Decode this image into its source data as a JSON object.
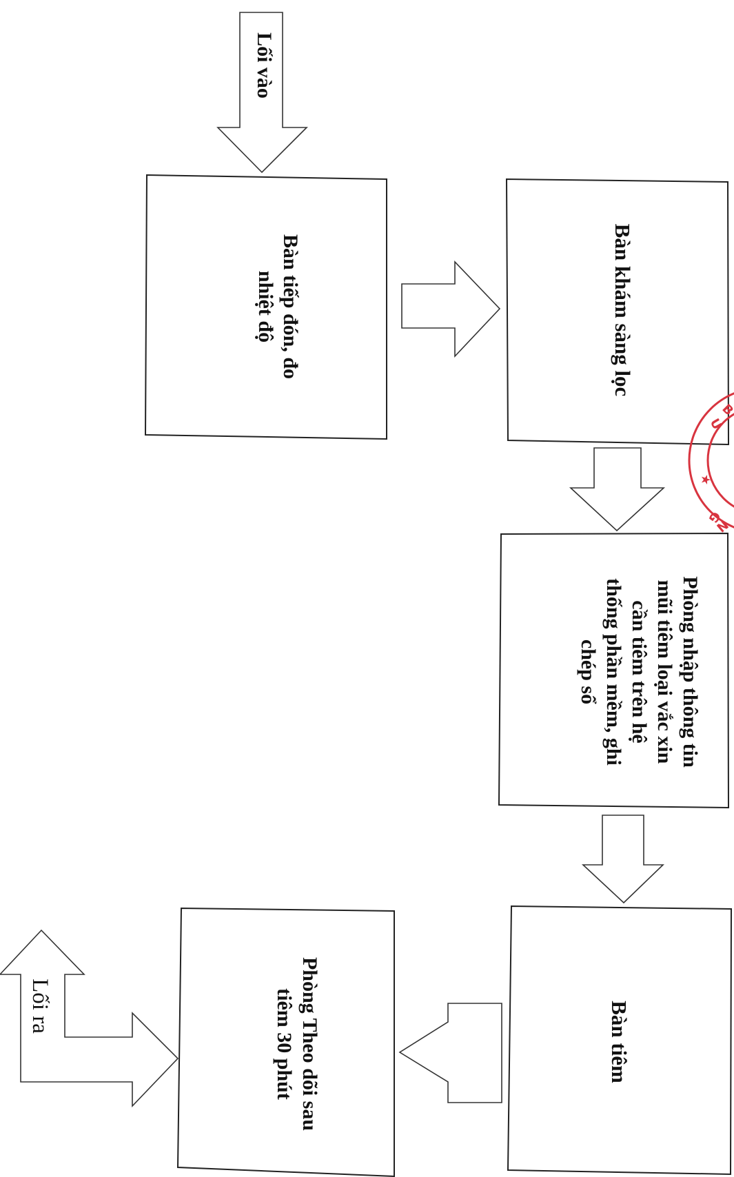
{
  "diagram": {
    "nodes": {
      "entrance": "Lối vào",
      "reception": [
        "Bàn tiếp đón, đo",
        "nhiệt độ"
      ],
      "screening": "Bàn khám sàng lọc",
      "data_entry": [
        "Phòng nhập thông tin",
        "mũi tiêm loại vắc xin",
        "cần tiêm trên hệ",
        "thống phần mềm, ghi",
        "chép sổ"
      ],
      "injection": "Bàn tiêm",
      "observation": [
        "Phòng Theo dõi sau",
        "tiêm 30 phút"
      ],
      "exit": "Lối ra"
    },
    "stamp_letters": [
      "U",
      "B",
      "★",
      "G",
      "N"
    ],
    "colors": {
      "stamp": "#d8343f",
      "stroke": "#222222"
    }
  }
}
